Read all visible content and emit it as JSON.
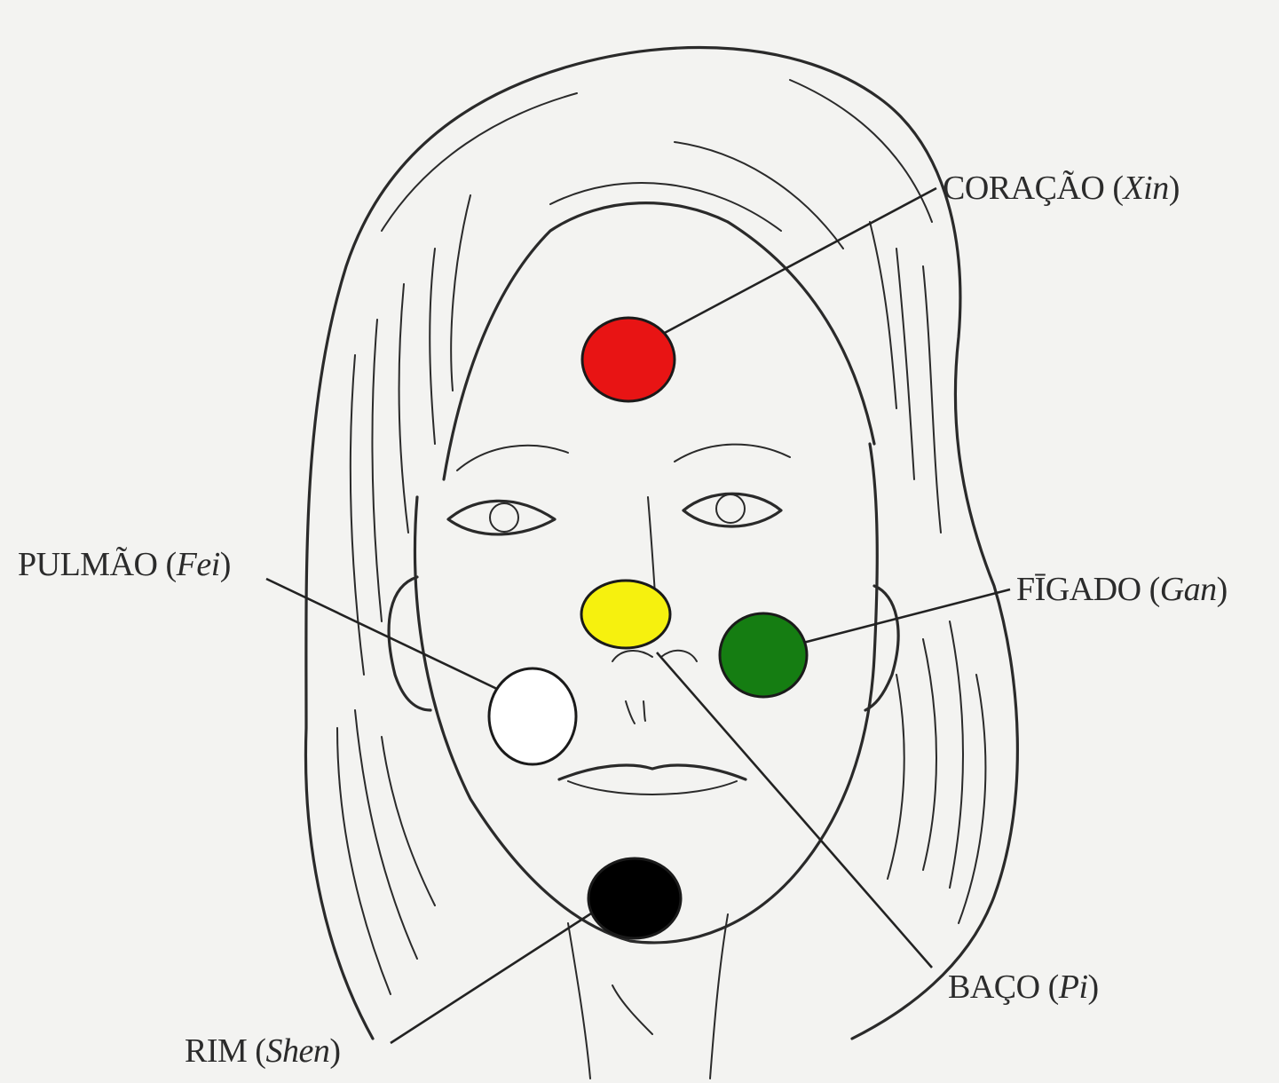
{
  "organs": [
    {
      "id": "heart",
      "name": "CORAÇÃO",
      "pinyin": "Xin",
      "color": "#e81414"
    },
    {
      "id": "spleen",
      "name": "BAÇO",
      "pinyin": "Pi",
      "color": "#f6f10e"
    },
    {
      "id": "liver",
      "name": "FĪGADO",
      "pinyin": "Gan",
      "color": "#157d12"
    },
    {
      "id": "lung",
      "name": "PULMÃO",
      "pinyin": "Fei",
      "color": "#ffffff"
    },
    {
      "id": "kidney",
      "name": "RIM",
      "pinyin": "Shen",
      "color": "#000000"
    }
  ]
}
